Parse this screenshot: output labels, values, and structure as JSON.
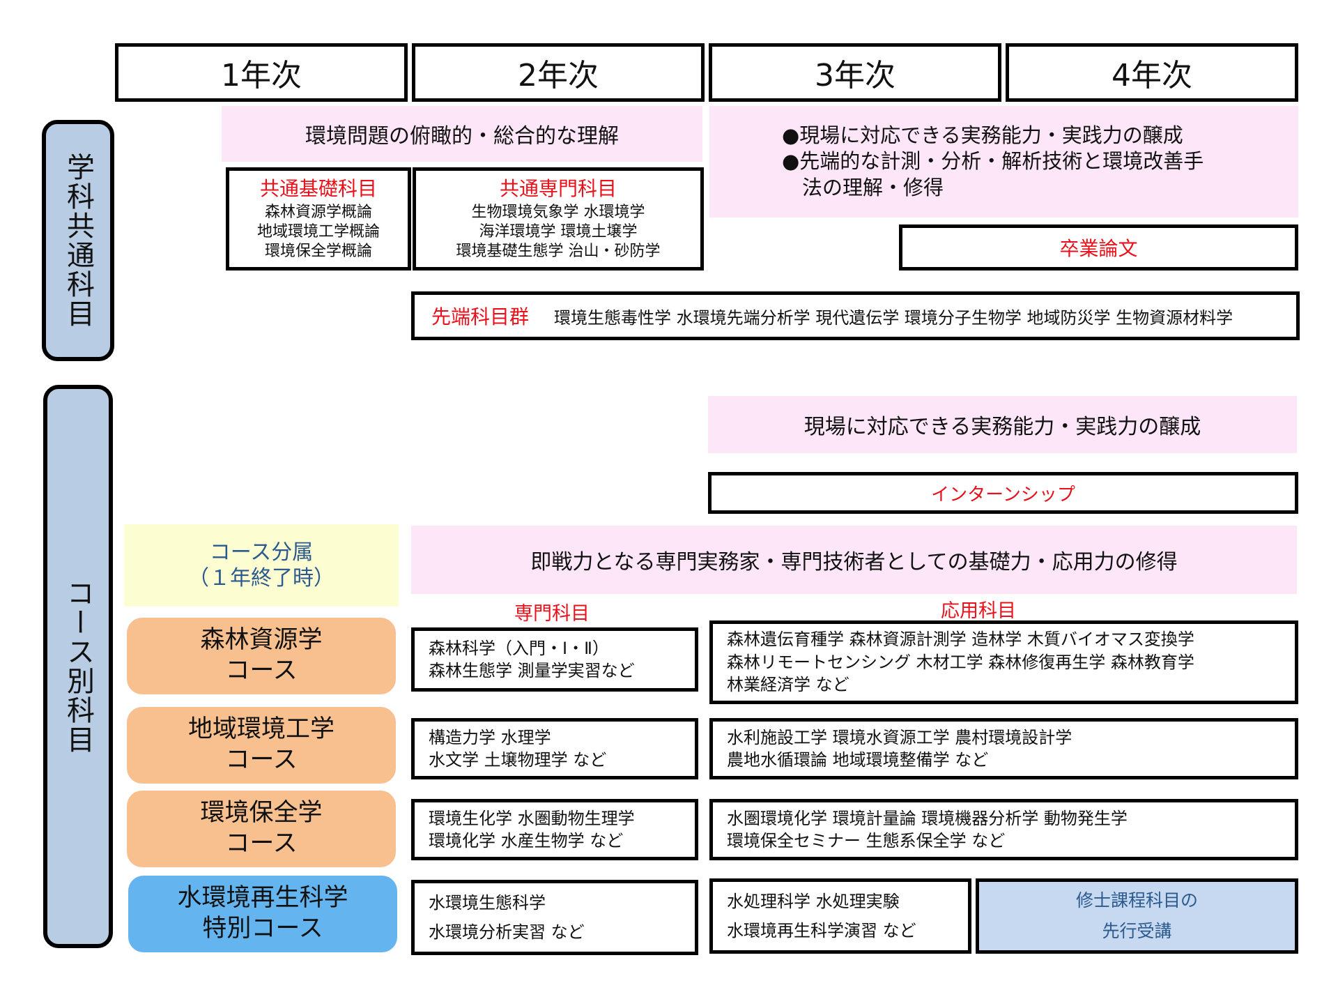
{
  "years": [
    "1年次",
    "2年次",
    "3年次",
    "4年次"
  ],
  "left_labels": {
    "common": "学科共通科目",
    "course": "コース別科目"
  },
  "common": {
    "goal_1_2": "環境問題の俯瞰的・総合的な理解",
    "goal_3_4": [
      "●現場に対応できる実務能力・実践力の醸成",
      "●先端的な計測・分析・解析技術と環境改善手",
      "　法の理解・修得"
    ],
    "basic": {
      "title": "共通基礎科目",
      "items": [
        "森林資源学概論",
        "地域環境工学概論",
        "環境保全学概論"
      ]
    },
    "specialized": {
      "title": "共通専門科目",
      "items": [
        "生物環境気象学 水環境学",
        "海洋環境学 環境土壌学",
        "環境基礎生態学 治山・砂防学"
      ]
    },
    "thesis": "卒業論文",
    "advanced": {
      "title": "先端科目群",
      "items": "環境生態毒性学 水環境先端分析学 現代遺伝学 環境分子生物学 地域防災学 生物資源材料学"
    }
  },
  "course_section": {
    "goal_practical": "現場に対応できる実務能力・実践力の醸成",
    "internship": "インターンシップ",
    "assignment": [
      "コース分属",
      "（１年終了時）"
    ],
    "goal_foundation": "即戦力となる専門実務家・専門技術者としての基礎力・応用力の修得",
    "col_specialized": "専門科目",
    "col_applied": "応用科目",
    "courses": [
      {
        "name": [
          "森林資源学",
          "コース"
        ],
        "specialized": [
          "森林科学（入門・Ⅰ・Ⅱ）",
          "森林生態学 測量学実習など"
        ],
        "applied": [
          "森林遺伝育種学 森林資源計測学 造林学 木質バイオマス変換学",
          "森林リモートセンシング 木材工学 森林修復再生学 森林教育学",
          "林業経済学 など"
        ]
      },
      {
        "name": [
          "地域環境工学",
          "コース"
        ],
        "specialized": [
          "構造力学 水理学",
          "水文学 土壌物理学 など"
        ],
        "applied": [
          "水利施設工学 環境水資源工学 農村環境設計学",
          "農地水循環論 地域環境整備学 など"
        ]
      },
      {
        "name": [
          "環境保全学",
          "コース"
        ],
        "specialized": [
          "環境生化学 水圏動物生理学",
          "環境化学 水産生物学 など"
        ],
        "applied": [
          "水圏環境化学 環境計量論 環境機器分析学 動物発生学",
          "環境保全セミナー 生態系保全学 など"
        ]
      },
      {
        "name": [
          "水環境再生科学",
          "特別コース"
        ],
        "specialized": [
          "水環境生態科学",
          "水環境分析実習 など"
        ],
        "applied": [
          "水処理科学 水処理実験",
          "水環境再生科学演習 など"
        ],
        "graduate": [
          "修士課程科目の",
          "先行受講"
        ]
      }
    ]
  },
  "colors": {
    "accent_red": "#e8111b",
    "pink": "#fce6f8",
    "side_blue": "#b8cce4",
    "orange": "#f9c08f",
    "course_blue": "#64b5ef",
    "yellow": "#fdfdd2",
    "graduate_blue": "#c6d9f0",
    "graduate_text": "#2c5a8f"
  }
}
